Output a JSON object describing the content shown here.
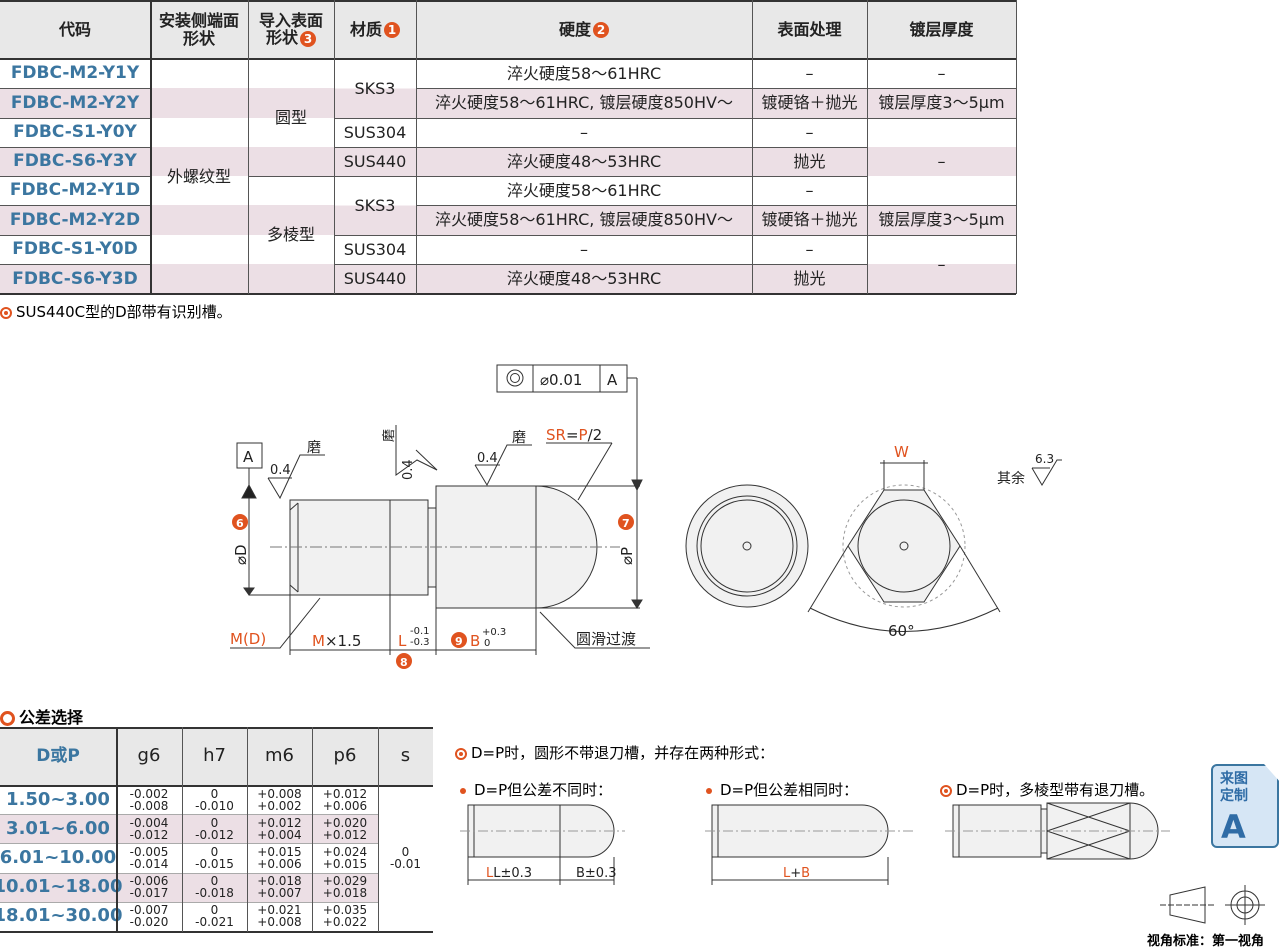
{
  "spec_table": {
    "headers": {
      "code": "代码",
      "end_shape_1": "安装侧端面",
      "end_shape_2": "形状",
      "lead_shape_1": "导入表面",
      "lead_shape_2": "形状",
      "material": "材质",
      "hardness": "硬度",
      "surface": "表面处理",
      "coating": "镀层厚度",
      "note_material": "1",
      "note_hardness": "2",
      "note_lead": "3"
    },
    "codes": [
      "FDBC-M2-Y1Y",
      "FDBC-M2-Y2Y",
      "FDBC-S1-Y0Y",
      "FDBC-S6-Y3Y",
      "FDBC-M2-Y1D",
      "FDBC-M2-Y2D",
      "FDBC-S1-Y0D",
      "FDBC-S6-Y3D"
    ],
    "end_shape": "外螺纹型",
    "lead_shapes": [
      "圆型",
      "多棱型"
    ],
    "materials": [
      "SKS3",
      "SUS304",
      "SUS440",
      "SKS3",
      "SUS304",
      "SUS440"
    ],
    "hardness": [
      "淬火硬度58～61HRC",
      "淬火硬度58～61HRC, 镀层硬度850HV～",
      "–",
      "淬火硬度48～53HRC",
      "淬火硬度58～61HRC",
      "淬火硬度58～61HRC, 镀层硬度850HV～",
      "–",
      "淬火硬度48～53HRC"
    ],
    "surface": [
      "–",
      "镀硬铬＋抛光",
      "–",
      "抛光",
      "–",
      "镀硬铬＋抛光",
      "–",
      "抛光"
    ],
    "coating": [
      "–",
      "镀层厚度3～5μm",
      "–",
      "镀层厚度3～5μm",
      "–"
    ],
    "footnote": "SUS440C型的D部带有识别槽。"
  },
  "drawing": {
    "datum": "A",
    "tol_value": "⌀0.01",
    "tol_datum": "A",
    "rough_04": "0.4",
    "grind": "磨",
    "sr": "SR",
    "sr_eq": "=",
    "sr_p": "P",
    "sr_div": "/2",
    "dia_d": "⌀D",
    "note6": "6",
    "dia_p": "⌀P",
    "note7": "7",
    "m_d": "M",
    "m_d2": "(D)",
    "m_len_m": "M",
    "m_len": "×1.5",
    "l_label": "L",
    "l_tol_up": "-0.1",
    "l_tol_dn": "-0.3",
    "note8": "8",
    "note9": "9",
    "b_label": "B",
    "b_tol_up": "+0.3",
    "b_tol_dn": "0",
    "smooth": "圆滑过渡",
    "w_label": "W",
    "angle": "60°",
    "rest": "其余",
    "rough_63": "6.3"
  },
  "tolerance": {
    "title": "公差选择",
    "headers": [
      "D或P",
      "g6",
      "h7",
      "m6",
      "p6",
      "s"
    ],
    "rows": [
      {
        "range": "1.50~3.00",
        "g6": [
          "-0.002",
          "-0.008"
        ],
        "h7": [
          "0",
          "-0.010"
        ],
        "m6": [
          "+0.008",
          "+0.002"
        ],
        "p6": [
          "+0.012",
          "+0.006"
        ]
      },
      {
        "range": "3.01~6.00",
        "g6": [
          "-0.004",
          "-0.012"
        ],
        "h7": [
          "0",
          "-0.012"
        ],
        "m6": [
          "+0.012",
          "+0.004"
        ],
        "p6": [
          "+0.020",
          "+0.012"
        ]
      },
      {
        "range": "6.01~10.00",
        "g6": [
          "-0.005",
          "-0.014"
        ],
        "h7": [
          "0",
          "-0.015"
        ],
        "m6": [
          "+0.015",
          "+0.006"
        ],
        "p6": [
          "+0.024",
          "+0.015"
        ]
      },
      {
        "range": "10.01~18.00",
        "g6": [
          "-0.006",
          "-0.017"
        ],
        "h7": [
          "0",
          "-0.018"
        ],
        "m6": [
          "+0.018",
          "+0.007"
        ],
        "p6": [
          "+0.029",
          "+0.018"
        ]
      },
      {
        "range": "18.01~30.00",
        "g6": [
          "-0.007",
          "-0.020"
        ],
        "h7": [
          "0",
          "-0.021"
        ],
        "m6": [
          "+0.021",
          "+0.008"
        ],
        "p6": [
          "+0.035",
          "+0.022"
        ]
      }
    ],
    "s": [
      "0",
      "-0.01"
    ]
  },
  "notes": {
    "dp_note": "D=P时，圆形不带退刀槽，并存在两种形式：",
    "diff_tol": "D=P但公差不同时：",
    "same_tol": "D=P但公差相同时：",
    "poly_note": "D=P时，多棱型带有退刀槽。",
    "l_pm": "L±0.3",
    "b_pm": "B±0.3",
    "l_plus": "L",
    "plus": "+",
    "b": "B"
  },
  "badge": {
    "line1": "来图",
    "line2": "定制",
    "letter": "A"
  },
  "view_standard": "视角标准：第一视角",
  "colors": {
    "accent": "#e0531f",
    "code": "#3b76a0",
    "stripe": "#ecdfe5",
    "header": "#e8e8e8"
  }
}
